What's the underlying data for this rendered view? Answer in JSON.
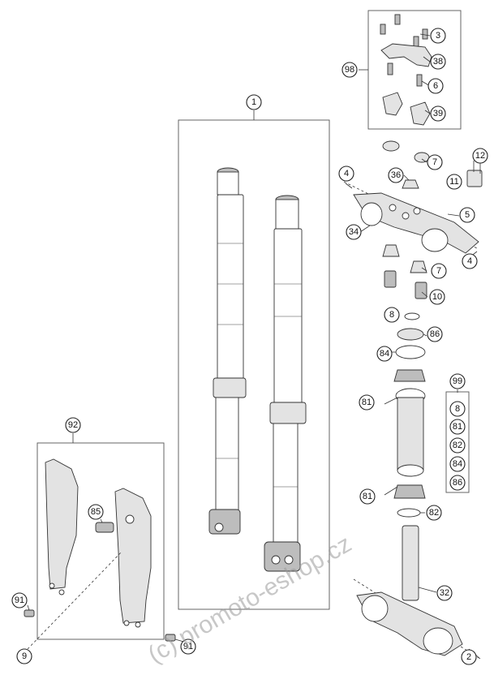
{
  "watermark": "(c) promoto-eshop.cz",
  "callouts": {
    "c1": "1",
    "c2": "2",
    "c3": "3",
    "c4a": "4",
    "c4b": "4",
    "c5": "5",
    "c6": "6",
    "c7a": "7",
    "c7b": "7",
    "c8a": "8",
    "c8b": "8",
    "c9": "9",
    "c10": "10",
    "c11": "11",
    "c12": "12",
    "c32": "32",
    "c34": "34",
    "c36": "36",
    "c38": "38",
    "c39": "39",
    "c81a": "81",
    "c81b": "81",
    "c81c": "81",
    "c82a": "82",
    "c82b": "82",
    "c84a": "84",
    "c84b": "84",
    "c85": "85",
    "c86a": "86",
    "c86b": "86",
    "c91a": "91",
    "c91b": "91",
    "c92": "92",
    "c98": "98",
    "c99": "99"
  }
}
